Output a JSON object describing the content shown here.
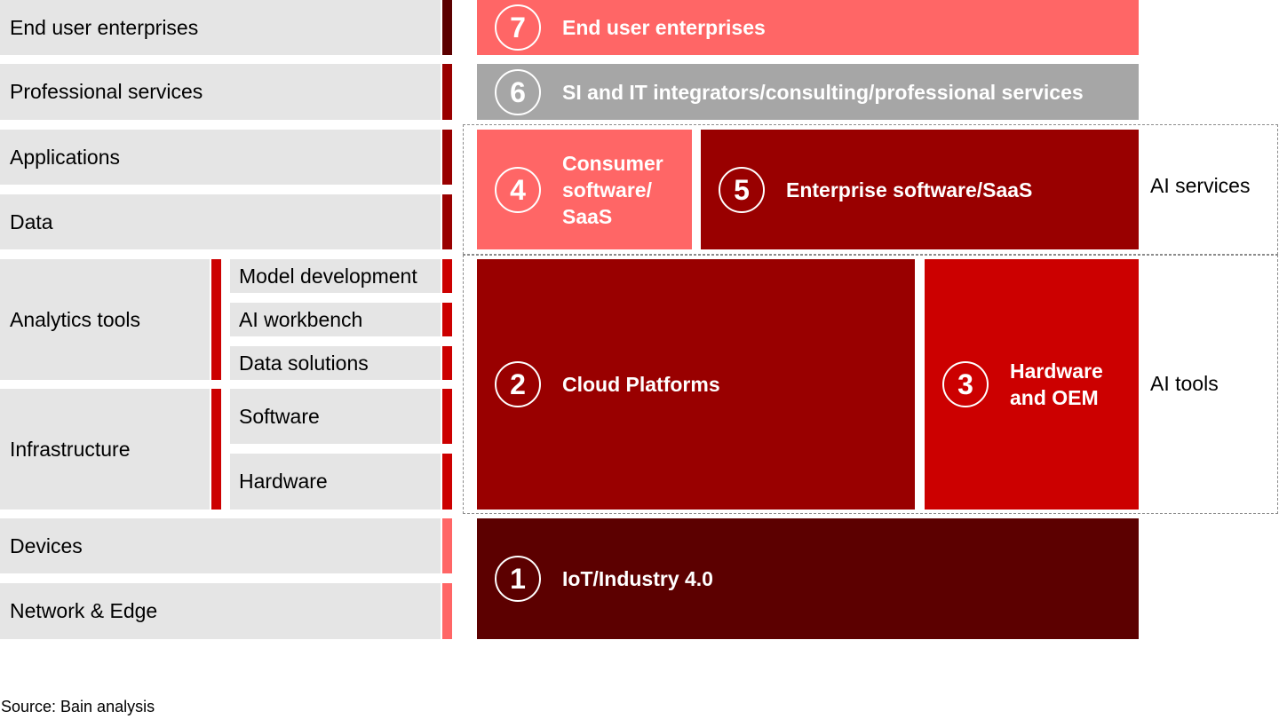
{
  "left_rows": {
    "end_user": "End user enterprises",
    "professional": "Professional services",
    "applications": "Applications",
    "data": "Data",
    "analytics": "Analytics tools",
    "infrastructure": "Infrastructure",
    "devices": "Devices",
    "network": "Network & Edge"
  },
  "sub_rows": {
    "model_development": "Model development",
    "ai_workbench": "AI workbench",
    "data_solutions": "Data solutions",
    "software": "Software",
    "hardware": "Hardware"
  },
  "blocks": {
    "b7": {
      "number": "7",
      "label": "End user enterprises"
    },
    "b6": {
      "number": "6",
      "label": "SI and IT integrators/consulting/professional services"
    },
    "b4": {
      "number": "4",
      "label_lines": [
        "Consumer",
        "software/",
        "SaaS"
      ]
    },
    "b5": {
      "number": "5",
      "label": "Enterprise software/SaaS"
    },
    "b2": {
      "number": "2",
      "label": "Cloud Platforms"
    },
    "b3": {
      "number": "3",
      "label_lines": [
        "Hardware",
        "and OEM"
      ]
    },
    "b1": {
      "number": "1",
      "label": "IoT/Industry 4.0"
    }
  },
  "groups": {
    "ai_services": "AI services",
    "ai_tools": "AI tools"
  },
  "source": "Source: Bain analysis",
  "colors": {
    "salmon": "#ff6666",
    "grey": "#a6a6a6",
    "dark_red": "#990000",
    "bright_red": "#cc0000",
    "deep_red": "#5c0000",
    "row_background": "#e5e5e5"
  }
}
